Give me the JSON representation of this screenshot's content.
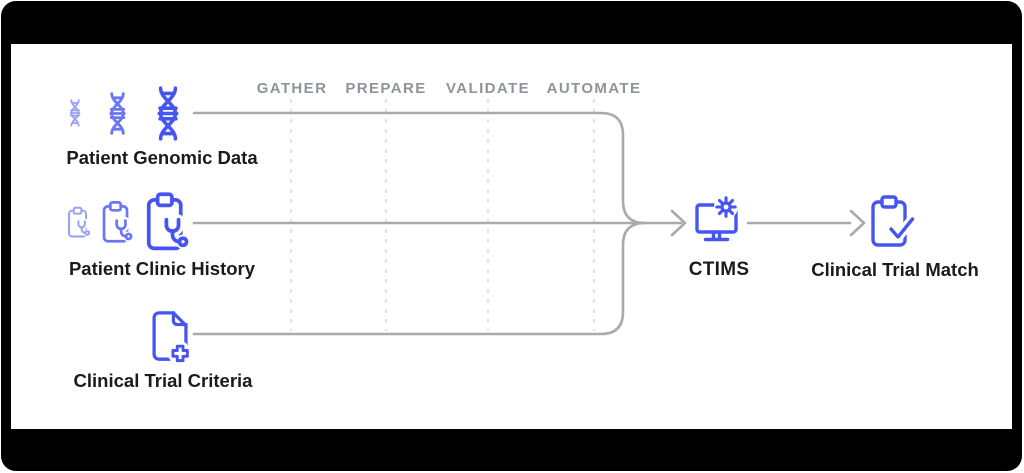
{
  "stages": [
    "GATHER",
    "PREPARE",
    "VALIDATE",
    "AUTOMATE"
  ],
  "sources": [
    {
      "label": "Patient Genomic Data",
      "icon": "dna-icon"
    },
    {
      "label": "Patient Clinic History",
      "icon": "clipboard-stethoscope-icon"
    },
    {
      "label": "Clinical Trial Criteria",
      "icon": "document-plus-icon"
    }
  ],
  "system": {
    "label": "CTIMS",
    "icon": "monitor-gear-icon"
  },
  "output": {
    "label": "Clinical Trial Match",
    "icon": "clipboard-check-icon"
  },
  "colors": {
    "accent": "#4655f0",
    "connector_line": "#a8aaad",
    "dashed_guide": "#e3e3e3",
    "label_text": "#1b1b1d",
    "stage_text": "#8f949b",
    "frame": "#000000",
    "card": "#ffffff"
  }
}
